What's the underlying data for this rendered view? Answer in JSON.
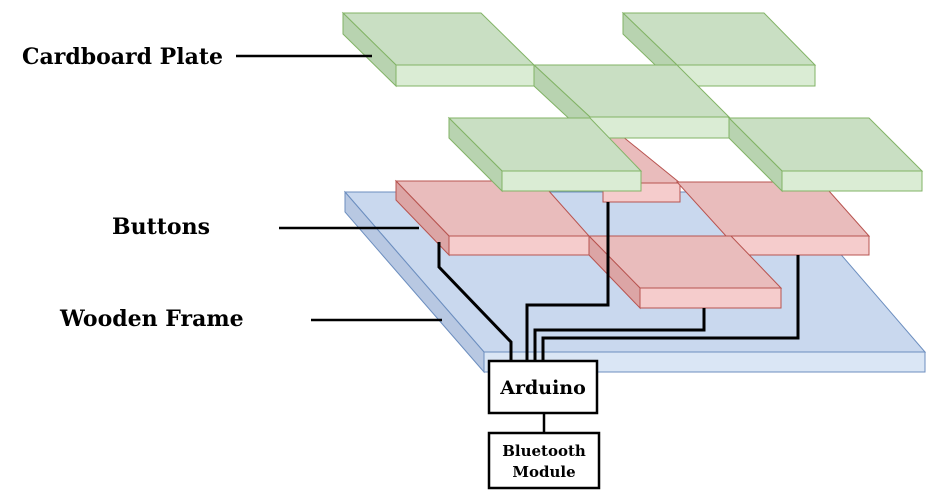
{
  "labels": {
    "cardboard_plate": "Cardboard Plate",
    "buttons": "Buttons",
    "wooden_frame": "Wooden Frame"
  },
  "boxes": {
    "arduino": "Arduino",
    "bluetooth_line1": "Bluetooth",
    "bluetooth_line2": "Module"
  },
  "colors": {
    "frame_fill": "#c9d8ee",
    "frame_side": "#dae6f5",
    "frame_edge": "#6c8ebf",
    "button_fill": "#e9bcbc",
    "button_side": "#f5cccc",
    "button_edge": "#b85450",
    "plate_fill": "#c9dfc3",
    "plate_side": "#daecd4",
    "plate_edge": "#82b366"
  }
}
